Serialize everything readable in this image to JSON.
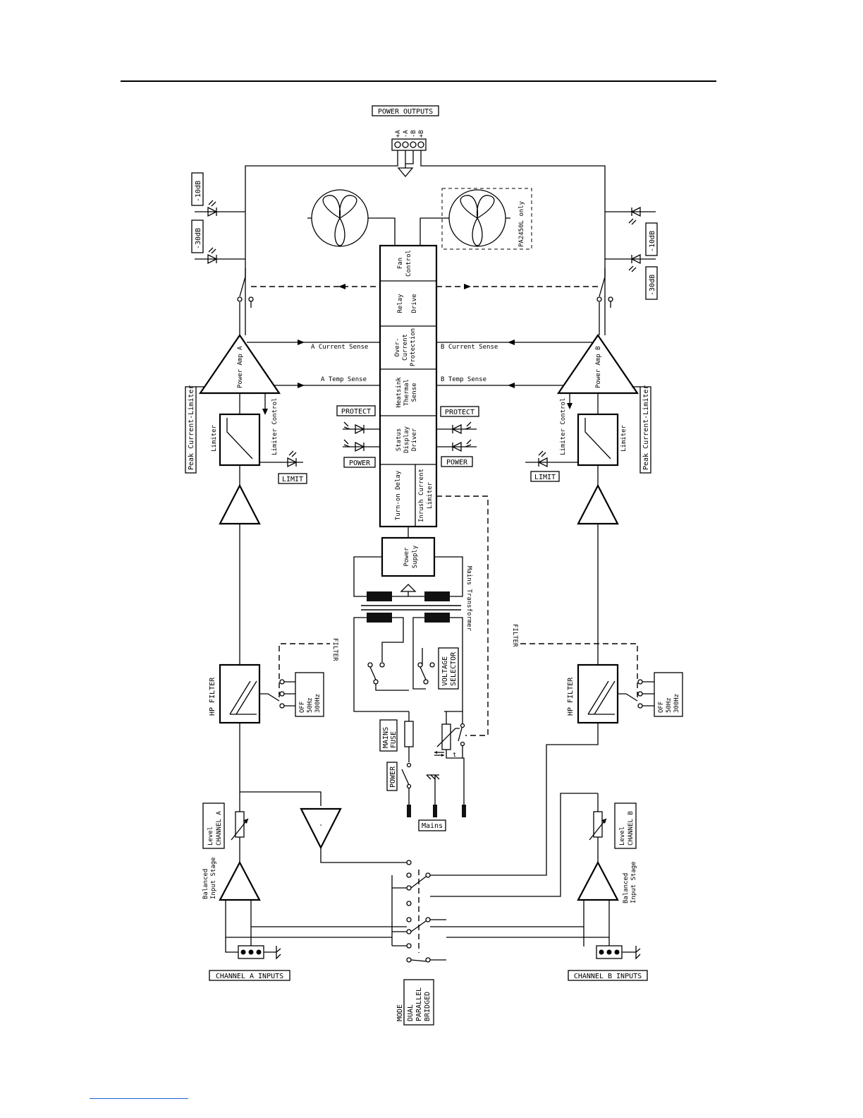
{
  "labels": {
    "power_outputs": "POWER OUTPUTS",
    "terminals": [
      "+A",
      "-A",
      "-B",
      "+B"
    ],
    "minus10db": "-10dB",
    "minus30db": "-30dB",
    "pa2450l_only": "PA2450L only",
    "fan_control": [
      "Fan",
      "Control"
    ],
    "relay_drive": [
      "Relay",
      "Drive"
    ],
    "overcurrent": [
      "Over-",
      "Current",
      "Protection"
    ],
    "thermal": [
      "Heatsink",
      "Thermal",
      "Sense"
    ],
    "status": [
      "Status",
      "Display",
      "Driver"
    ],
    "turnon": "Turn-on Delay",
    "inrush": [
      "Inrush Current",
      "Limiter"
    ],
    "a_current_sense": "A Current Sense",
    "b_current_sense": "B Current Sense",
    "a_temp_sense": "A Temp Sense",
    "b_temp_sense": "B Temp Sense",
    "power_amp_a": "Power Amp A",
    "power_amp_b": "Power Amp B",
    "protect": "PROTECT",
    "power": "POWER",
    "limiter": "Limiter",
    "limiter_control": "Limiter Control",
    "limit": "LIMIT",
    "peak_limiter": "Peak Current-Limiter",
    "power_supply": [
      "Power",
      "Supply"
    ],
    "mains_transformer": "Mains Transformer",
    "filter": "FILTER",
    "hp_filter": "HP FILTER",
    "filter_opts": [
      "OFF",
      "50Hz",
      "300Hz"
    ],
    "voltage_selector": [
      "VOLTAGE",
      "SELECTOR"
    ],
    "mains_fuse": [
      "MAINS",
      "FUSE"
    ],
    "mains": "Mains",
    "level_a": [
      "Level",
      "CHANNEL A"
    ],
    "level_b": [
      "Level",
      "CHANNEL B"
    ],
    "balanced_input": [
      "Balanced",
      "Input Stage"
    ],
    "channel_a_inputs": "CHANNEL A INPUTS",
    "channel_b_inputs": "CHANNEL B INPUTS",
    "mode": [
      "MODE",
      "DUAL",
      "PARALLEL",
      "BRIDGED"
    ],
    "invert_symbol": "-"
  }
}
